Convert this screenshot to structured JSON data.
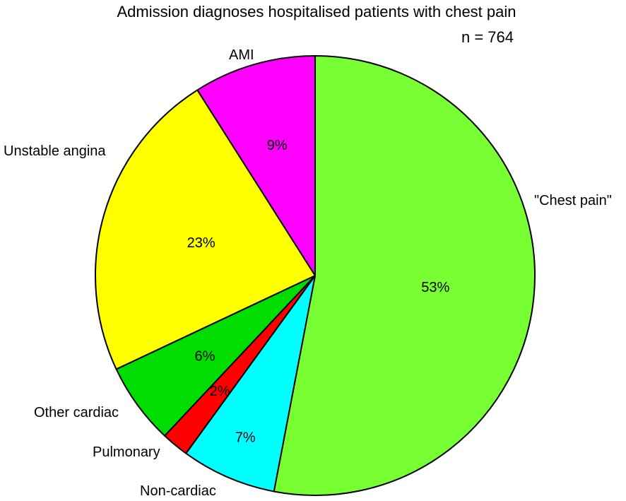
{
  "chart_data": {
    "type": "pie",
    "title": "Admission diagnoses hospitalised patients with chest pain",
    "subtitle": "n = 764",
    "slices": [
      {
        "label": "\"Chest pain\"",
        "value": 53,
        "display": "53%",
        "color": "#77ff33"
      },
      {
        "label": "Non-cardiac",
        "value": 7,
        "display": "7%",
        "color": "#00ffff"
      },
      {
        "label": "Pulmonary",
        "value": 2,
        "display": "2%",
        "color": "#ff0000"
      },
      {
        "label": "Other cardiac",
        "value": 6,
        "display": "6%",
        "color": "#00dd00"
      },
      {
        "label": "Unstable angina",
        "value": 23,
        "display": "23%",
        "color": "#ffff00"
      },
      {
        "label": "AMI",
        "value": 9,
        "display": "9%",
        "color": "#ff00ff"
      }
    ],
    "start": "12 o'clock",
    "direction": "clockwise",
    "outline_color": "#000000"
  }
}
